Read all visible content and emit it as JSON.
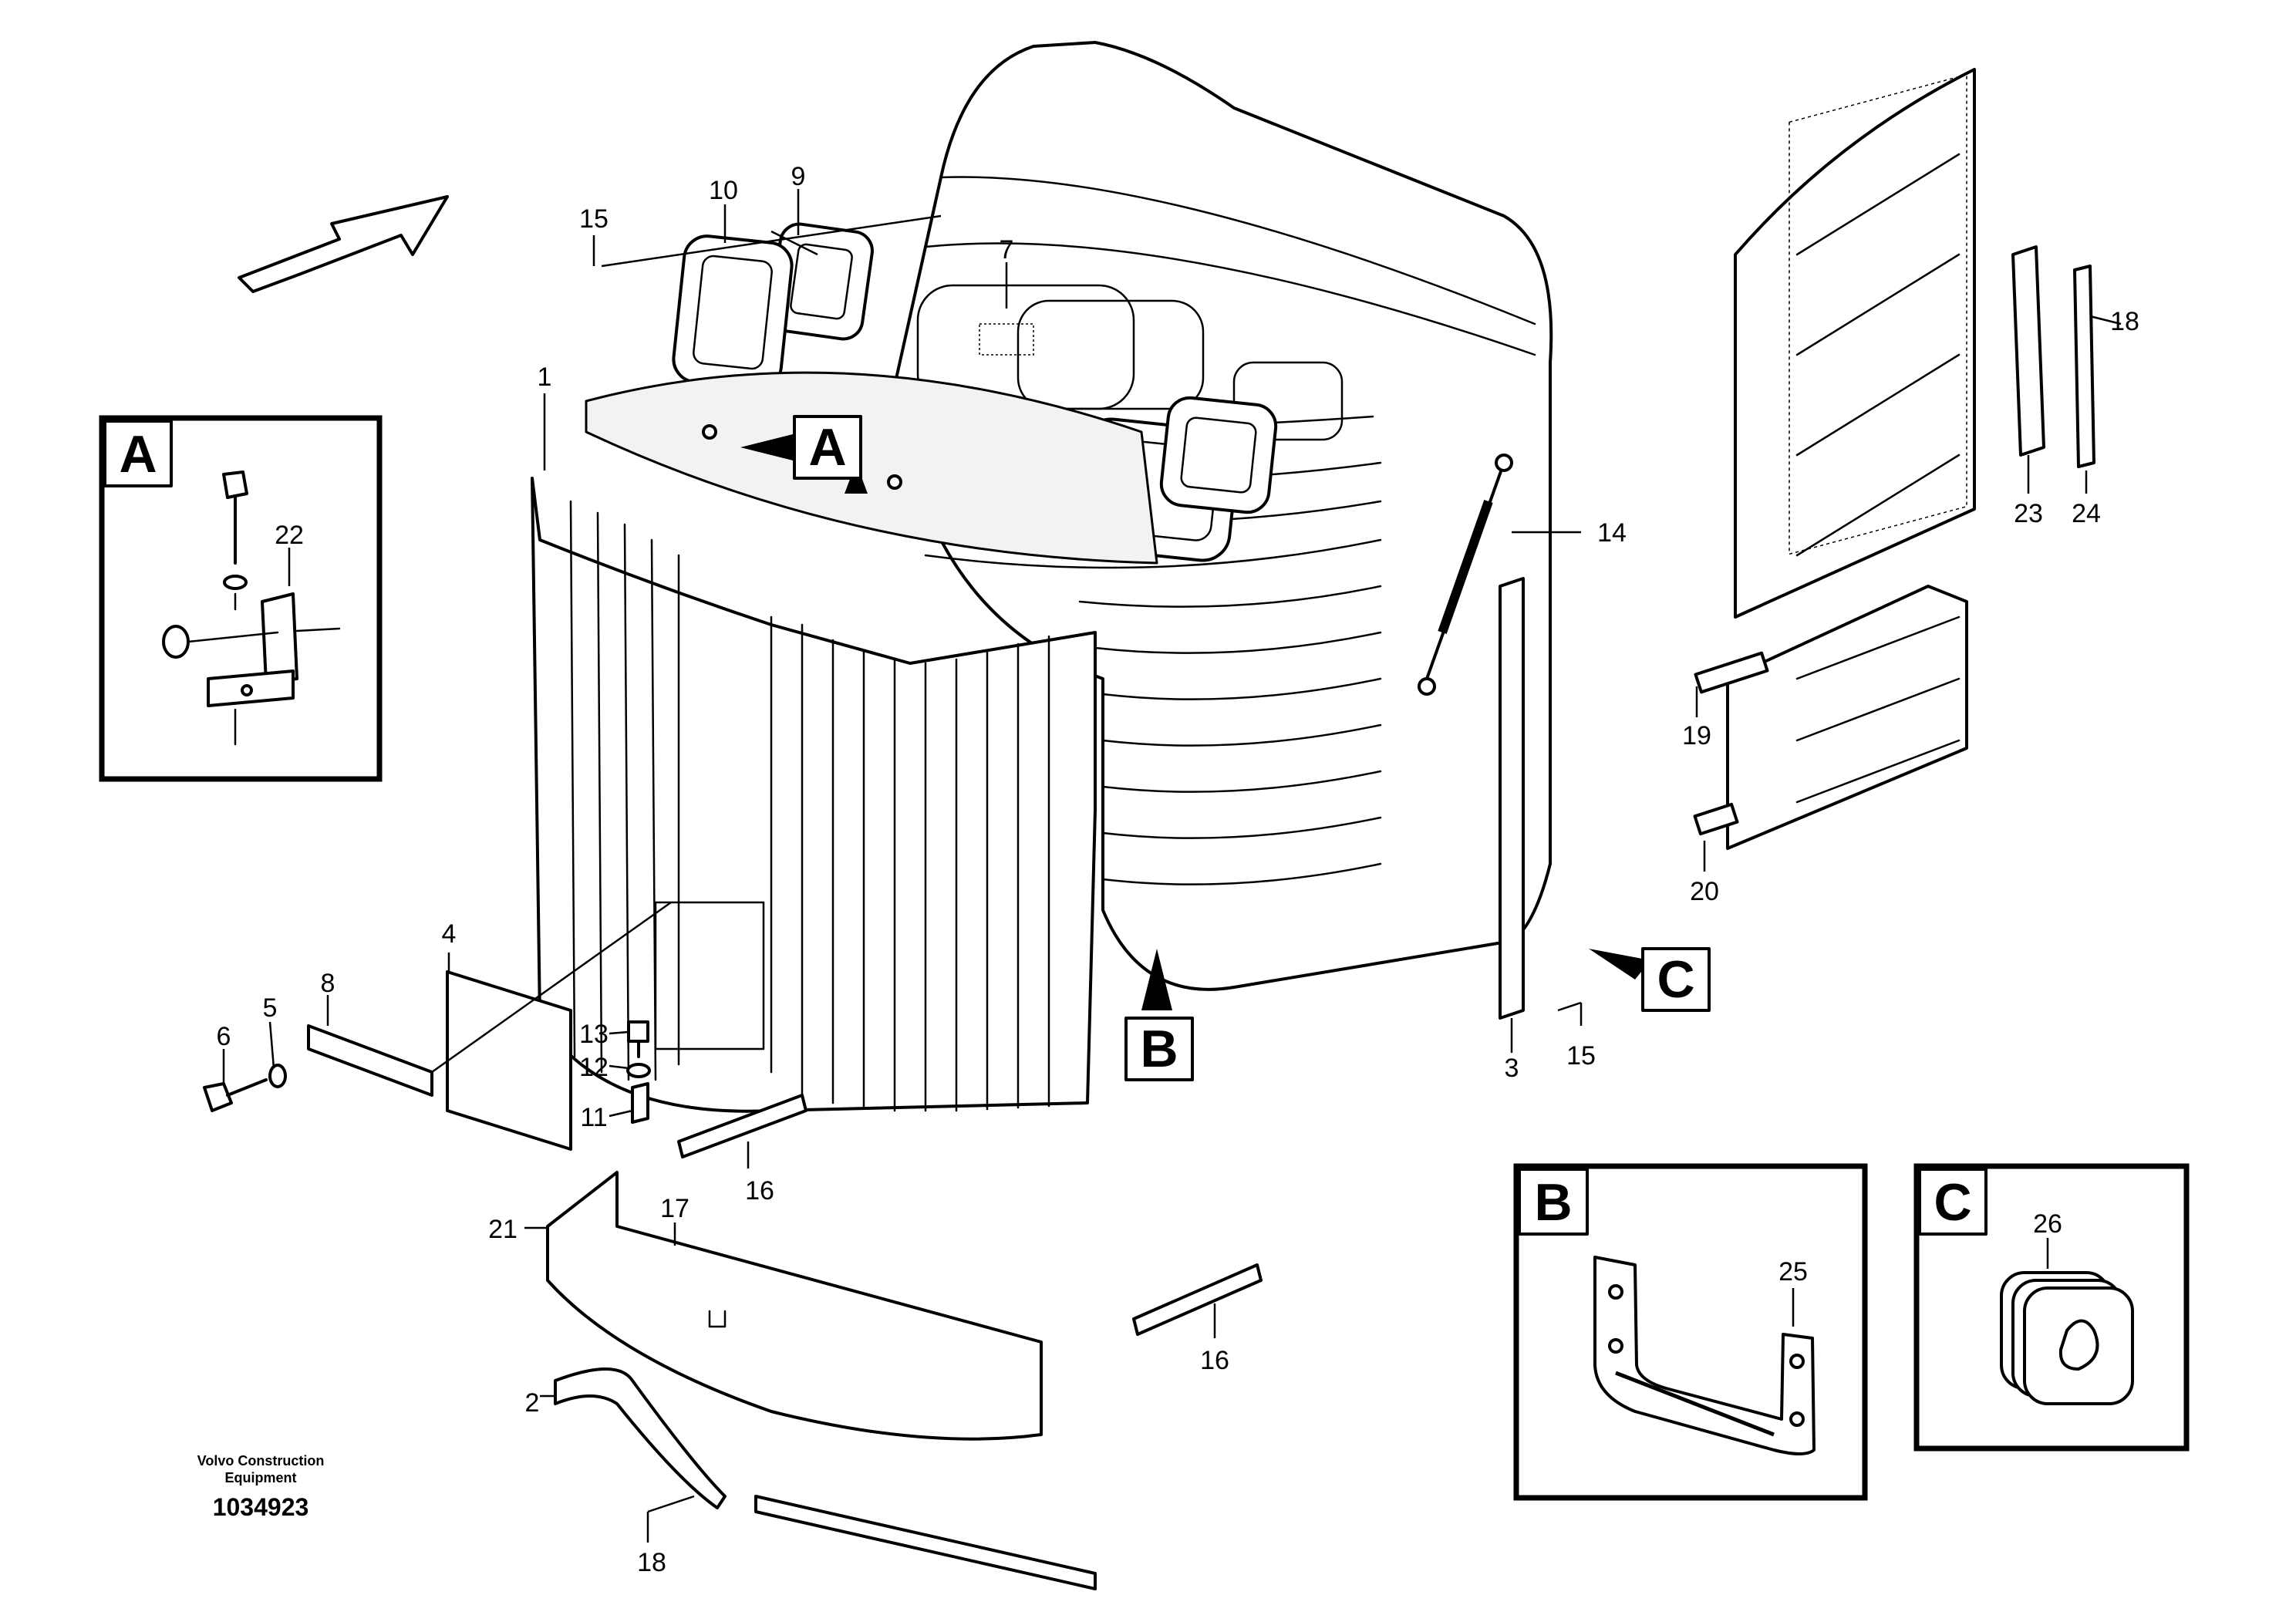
{
  "callouts": {
    "c1": "1",
    "c2": "2",
    "c3": "3",
    "c4": "4",
    "c5": "5",
    "c6": "6",
    "c7": "7",
    "c8": "8",
    "c9": "9",
    "c10": "10",
    "c11": "11",
    "c12": "12",
    "c13": "13",
    "c14": "14",
    "c15a": "15",
    "c15b": "15",
    "c16a": "16",
    "c16b": "16",
    "c17": "17",
    "c18a": "18",
    "c18b": "18",
    "c19": "19",
    "c20": "20",
    "c21": "21",
    "c22": "22",
    "c23": "23",
    "c24": "24",
    "c25": "25",
    "c26": "26"
  },
  "view_labels": {
    "a_ref": "A",
    "b_ref": "B",
    "c_ref": "C",
    "a_box": "A",
    "b_box": "B",
    "c_box": "C"
  },
  "footer": {
    "brand_line1": "Volvo Construction",
    "brand_line2": "Equipment",
    "doc_number": "1034923"
  },
  "icons": {
    "direction": "arrow-direction-icon"
  }
}
